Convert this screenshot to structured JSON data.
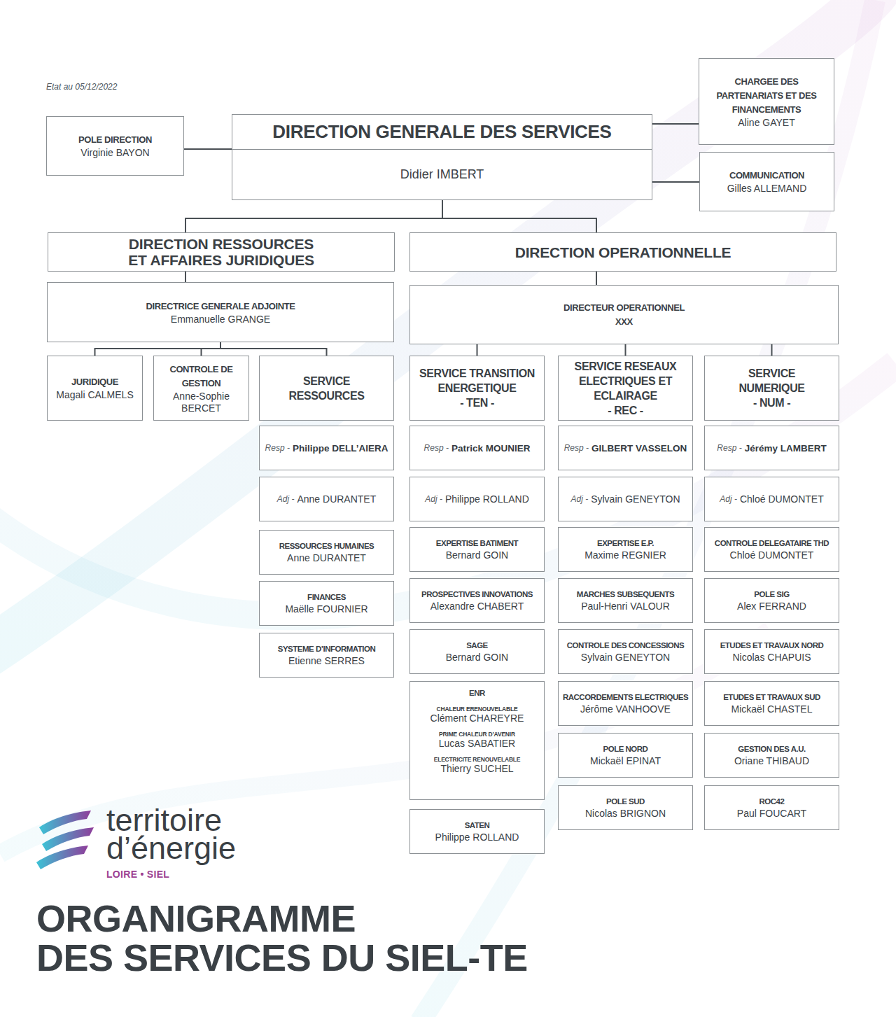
{
  "diagram": {
    "title": "ORGANIGRAMME DES SERVICES DU SIEL-TE",
    "nodes": [
      {
        "text": [
          "POLE DIRECTION",
          "Virginie BAYON"
        ]
      },
      {
        "text": [
          "DIRECTION GENERALE DES SERVICES",
          "Didier IMBERT"
        ]
      },
      {
        "text": [
          "CHARGEE DES PARTENARIATS ET DES FINANCEMENTS",
          "Aline GAYET"
        ]
      },
      {
        "text": [
          "COMMUNICATION",
          "Gilles ALLEMAND"
        ]
      },
      {
        "text": [
          "DIRECTION RESSOURCES ET AFFAIRES JURIDIQUES"
        ]
      },
      {
        "text": [
          "DIRECTION OPERATIONNELLE"
        ]
      },
      {
        "text": [
          "DIRECTRICE GENERALE ADJOINTE",
          "Emmanuelle GRANGE"
        ]
      },
      {
        "text": [
          "DIRECTEUR OPERATIONNEL",
          "XXX"
        ]
      },
      {
        "text": [
          "JURIDIQUE",
          "Magali CALMELS"
        ]
      },
      {
        "text": [
          "CONTROLE DE GESTION",
          "Anne-Sophie BERCET"
        ]
      },
      {
        "text": [
          "SERVICE RESSOURCES"
        ]
      },
      {
        "text": [
          "Resp -",
          "Philippe DELL’AIERA"
        ]
      },
      {
        "text": [
          "Adj -",
          "Anne DURANTET"
        ]
      },
      {
        "text": [
          "RESSOURCES HUMAINES",
          "Anne DURANTET"
        ]
      },
      {
        "text": [
          "FINANCES",
          "Maëlle FOURNIER"
        ]
      },
      {
        "text": [
          "SYSTEME D’INFORMATION",
          "Etienne SERRES"
        ]
      },
      {
        "text": [
          "SERVICE TRANSITION ENERGETIQUE",
          "- TEN -"
        ]
      },
      {
        "text": [
          "Resp -",
          "Patrick MOUNIER"
        ]
      },
      {
        "text": [
          "Adj -",
          "Philippe ROLLAND"
        ]
      },
      {
        "text": [
          "EXPERTISE BATIMENT",
          "Bernard GOIN"
        ]
      },
      {
        "text": [
          "PROSPECTIVES INNOVATIONS",
          "Alexandre CHABERT"
        ]
      },
      {
        "text": [
          "SAGE",
          "Bernard GOIN"
        ]
      },
      {
        "text": [
          "ENR",
          "CHALEUR ERENOUVELABLE",
          "Clément CHAREYRE",
          "PRIME CHALEUR D’AVENIR",
          "Lucas SABATIER",
          "ELECTRICITE RENOUVELABLE",
          "Thierry SUCHEL"
        ]
      },
      {
        "text": [
          "SATEN",
          "Philippe ROLLAND"
        ]
      },
      {
        "text": [
          "SERVICE RESEAUX ELECTRIQUES ET ECLAIRAGE",
          "- REC -"
        ]
      },
      {
        "text": [
          "Resp -",
          "GILBERT VASSELON"
        ]
      },
      {
        "text": [
          "Adj -",
          "Sylvain GENEYTON"
        ]
      },
      {
        "text": [
          "EXPERTISE E.P.",
          "Maxime REGNIER"
        ]
      },
      {
        "text": [
          "MARCHES SUBSEQUENTS",
          "Paul-Henri VALOUR"
        ]
      },
      {
        "text": [
          "CONTROLE DES CONCESSIONS",
          "Sylvain GENEYTON"
        ]
      },
      {
        "text": [
          "RACCORDEMENTS ELECTRIQUES",
          "Jérôme VANHOOVE"
        ]
      },
      {
        "text": [
          "POLE NORD",
          "Mickaël EPINAT"
        ]
      },
      {
        "text": [
          "POLE SUD",
          "Nicolas BRIGNON"
        ]
      },
      {
        "text": [
          "SERVICE NUMERIQUE",
          "- NUM -"
        ]
      },
      {
        "text": [
          "Resp -",
          "Jérémy LAMBERT"
        ]
      },
      {
        "text": [
          "Adj -",
          "Chloé DUMONTET"
        ]
      },
      {
        "text": [
          "CONTROLE DELEGATAIRE THD",
          "Chloé DUMONTET"
        ]
      },
      {
        "text": [
          "POLE SIG",
          "Alex FERRAND"
        ]
      },
      {
        "text": [
          "ETUDES ET TRAVAUX NORD",
          "Nicolas CHAPUIS"
        ]
      },
      {
        "text": [
          "ETUDES ET TRAVAUX SUD",
          "Mickaël CHASTEL"
        ]
      },
      {
        "text": [
          "GESTION DES A.U.",
          "Oriane THIBAUD"
        ]
      },
      {
        "text": [
          "ROC42",
          "Paul FOUCART"
        ]
      }
    ],
    "edges": [
      {
        "from": 0,
        "to": 1,
        "arrow": "none"
      },
      {
        "from": 1,
        "to": 2,
        "arrow": "none"
      },
      {
        "from": 1,
        "to": 3,
        "arrow": "none"
      },
      {
        "from": 1,
        "to": 4,
        "arrow": "none"
      },
      {
        "from": 1,
        "to": 5,
        "arrow": "none"
      },
      {
        "from": 4,
        "to": 6,
        "arrow": "none"
      },
      {
        "from": 5,
        "to": 7,
        "arrow": "none"
      },
      {
        "from": 6,
        "to": 8,
        "arrow": "none"
      },
      {
        "from": 6,
        "to": 9,
        "arrow": "none"
      },
      {
        "from": 6,
        "to": 10,
        "arrow": "none"
      },
      {
        "from": 7,
        "to": 16,
        "arrow": "none"
      },
      {
        "from": 7,
        "to": 24,
        "arrow": "none"
      },
      {
        "from": 7,
        "to": 33,
        "arrow": "none"
      }
    ],
    "labels": [
      "Etat au 05/12/2022",
      "territoire d’énergie",
      "LOIRE • SIEL"
    ]
  }
}
